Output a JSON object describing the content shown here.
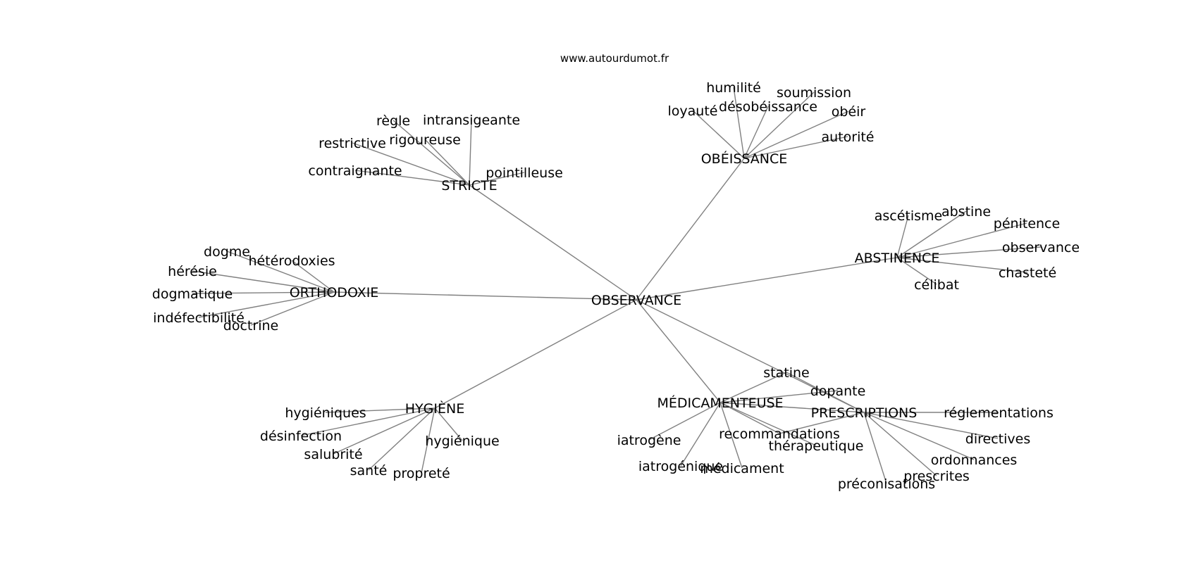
{
  "site_label": "www.autourdumot.fr",
  "colors": {
    "edge": "#808080",
    "text": "#000000",
    "background": "#ffffff"
  },
  "graph": {
    "center": "OBSERVANCE",
    "clusters": [
      {
        "hub": "STRICTE",
        "words": [
          "règle",
          "intransigeante",
          "rigoureuse",
          "restrictive",
          "contraignante",
          "pointilleuse"
        ]
      },
      {
        "hub": "OBÉISSANCE",
        "words": [
          "humilité",
          "soumission",
          "loyauté",
          "désobéissance",
          "obéir",
          "autorité"
        ]
      },
      {
        "hub": "ABSTINENCE",
        "words": [
          "ascétisme",
          "abstine",
          "pénitence",
          "observance",
          "chasteté",
          "célibat"
        ]
      },
      {
        "hub": "ORTHODOXIE",
        "words": [
          "dogme",
          "hétérodoxies",
          "hérésie",
          "dogmatique",
          "indéfectibilité",
          "doctrine"
        ]
      },
      {
        "hub": "HYGIÈNE",
        "words": [
          "hygiéniques",
          "désinfection",
          "salubrité",
          "santé",
          "propreté",
          "hygiénique"
        ]
      },
      {
        "hub": "MÉDICAMENTEUSE",
        "words": [
          "statine",
          "dopante",
          "iatrogène",
          "iatrogénique",
          "médicament",
          "recommandations",
          "thérapeutique"
        ]
      },
      {
        "hub": "PRESCRIPTIONS",
        "words": [
          "réglementations",
          "directives",
          "ordonnances",
          "prescrites",
          "préconisations"
        ]
      }
    ]
  }
}
